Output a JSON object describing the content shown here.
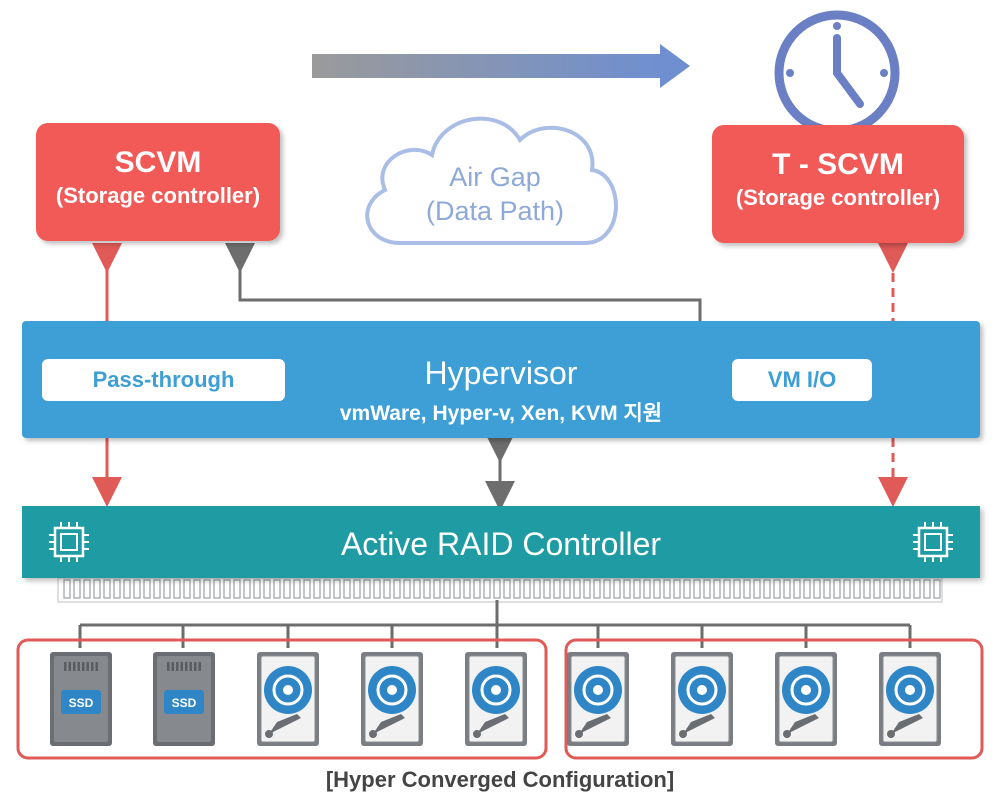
{
  "scvm_left": {
    "title": "SCVM",
    "subtitle": "(Storage controller)"
  },
  "scvm_right": {
    "title": "T - SCVM",
    "subtitle": "(Storage controller)"
  },
  "air_gap": {
    "line1": "Air Gap",
    "line2": "(Data Path)"
  },
  "hypervisor": {
    "title": "Hypervisor",
    "subtitle": "vmWare, Hyper-v, Xen, KVM 지원",
    "pass_through": "Pass-through",
    "vm_io": "VM I/O"
  },
  "raid": {
    "title": "Active RAID Controller"
  },
  "drives": {
    "group_left": [
      "SSD",
      "SSD",
      "HDD",
      "HDD",
      "HDD"
    ],
    "group_right": [
      "HDD",
      "HDD",
      "HDD",
      "HDD"
    ],
    "ssd_label": "SSD"
  },
  "caption": "[Hyper Converged Configuration]",
  "colors": {
    "scvm": "#f15a57",
    "hypervisor": "#3d9fd5",
    "raid": "#1f9ba3",
    "clock": "#6b7fc4",
    "arrow_red": "#e05a57",
    "arrow_gray": "#6d6d6d",
    "disk_blue": "#2f86c6"
  }
}
